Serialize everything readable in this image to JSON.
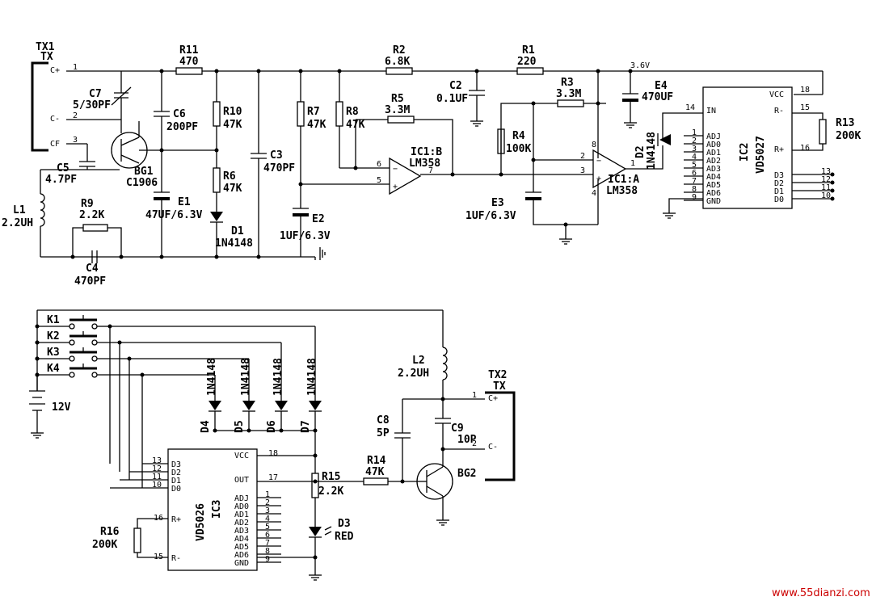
{
  "watermark": "www.55dianzi.com",
  "rx": {
    "tx1": "TX1",
    "tx1_sub": "TX",
    "pin_cplus": "C+",
    "pin_cminus": "C-",
    "pin_cf": "CF",
    "n1": "1",
    "n2": "2",
    "n3": "3",
    "c7": "C7",
    "c7v": "5/30PF",
    "c6": "C6",
    "c6v": "200PF",
    "c5": "C5",
    "c5v": "4.7PF",
    "bg1": "BG1",
    "bg1v": "C1906",
    "l1": "L1",
    "l1v": "2.2UH",
    "r9": "R9",
    "r9v": "2.2K",
    "c4": "C4",
    "c4v": "470PF",
    "r11": "R11",
    "r11v": "470",
    "r10": "R10",
    "r10v": "47K",
    "r6": "R6",
    "r6v": "47K",
    "e1": "E1",
    "e1v": "47UF/6.3V",
    "d1": "D1",
    "d1v": "1N4148",
    "c3": "C3",
    "c3v": "470PF",
    "r7": "R7",
    "r7v": "47K",
    "r8": "R8",
    "r8v": "47K",
    "e2": "E2",
    "e2v": "1UF/6.3V",
    "r2": "R2",
    "r2v": "6.8K",
    "r5": "R5",
    "r5v": "3.3M",
    "ic1b": "IC1:B",
    "ic1bv": "LM358",
    "p6": "6",
    "p5": "5",
    "p7": "7",
    "c2": "C2",
    "c2v": "0.1UF",
    "r1": "R1",
    "r1v": "220",
    "r3": "R3",
    "r3v": "3.3M",
    "r4": "R4",
    "r4v": "100K",
    "e3": "E3",
    "e3v": "1UF/6.3V",
    "ic1a": "IC1:A",
    "ic1av": "LM358",
    "p2": "2",
    "p3": "3",
    "p1": "1",
    "p8": "8",
    "p4": "4",
    "v36": "3.6V",
    "e4": "E4",
    "e4v": "470UF",
    "d2": "D2",
    "d2v": "1N4148",
    "ic2": "IC2",
    "ic2v": "VD5027",
    "ic2_in": "IN",
    "ic2_vcc": "VCC",
    "ic2_rm": "R-",
    "ic2_rp": "R+",
    "p14": "14",
    "p18": "18",
    "p15": "15",
    "p16": "16",
    "r13": "R13",
    "r13v": "200K",
    "ic2_left": [
      "ADJ",
      "AD0",
      "AD1",
      "AD2",
      "AD3",
      "AD4",
      "AD5",
      "AD6",
      "GND"
    ],
    "ic2_left_pins": [
      "1",
      "2",
      "3",
      "4",
      "5",
      "6",
      "7",
      "8",
      "9"
    ],
    "ic2_right": [
      "D3",
      "D2",
      "D1",
      "D0"
    ],
    "ic2_right_pins": [
      "13",
      "12",
      "11",
      "10"
    ]
  },
  "tx": {
    "k1": "K1",
    "k2": "K2",
    "k3": "K3",
    "k4": "K4",
    "v12": "12V",
    "d4": "D4",
    "d5": "D5",
    "d6": "D6",
    "d7": "D7",
    "dv": "1N4148",
    "ic3": "IC3",
    "ic3v": "VD5026",
    "ic3_left": [
      "D3",
      "D2",
      "D1",
      "D0"
    ],
    "ic3_left_pins": [
      "13",
      "12",
      "11",
      "10"
    ],
    "ic3_vcc": "VCC",
    "ic3_out": "OUT",
    "p18": "18",
    "p17": "17",
    "ic3_rp": "R+",
    "ic3_rm": "R-",
    "p16": "16",
    "p15": "15",
    "ic3_right": [
      "ADJ",
      "AD0",
      "AD1",
      "AD2",
      "AD3",
      "AD4",
      "AD5",
      "AD6",
      "GND"
    ],
    "ic3_right_pins": [
      "1",
      "2",
      "3",
      "4",
      "5",
      "6",
      "7",
      "8",
      "9"
    ],
    "r16": "R16",
    "r16v": "200K",
    "r15": "R15",
    "r15v": "2.2K",
    "d3": "D3",
    "d3v": "RED",
    "r14": "R14",
    "r14v": "47K",
    "l2": "L2",
    "l2v": "2.2UH",
    "c8": "C8",
    "c8v": "5P",
    "c9": "C9",
    "c9v": "10P",
    "bg2": "BG2",
    "tx2": "TX2",
    "tx2_sub": "TX",
    "pin_cplus": "C+",
    "pin_cminus": "C-",
    "n1": "1",
    "n2": "2"
  }
}
